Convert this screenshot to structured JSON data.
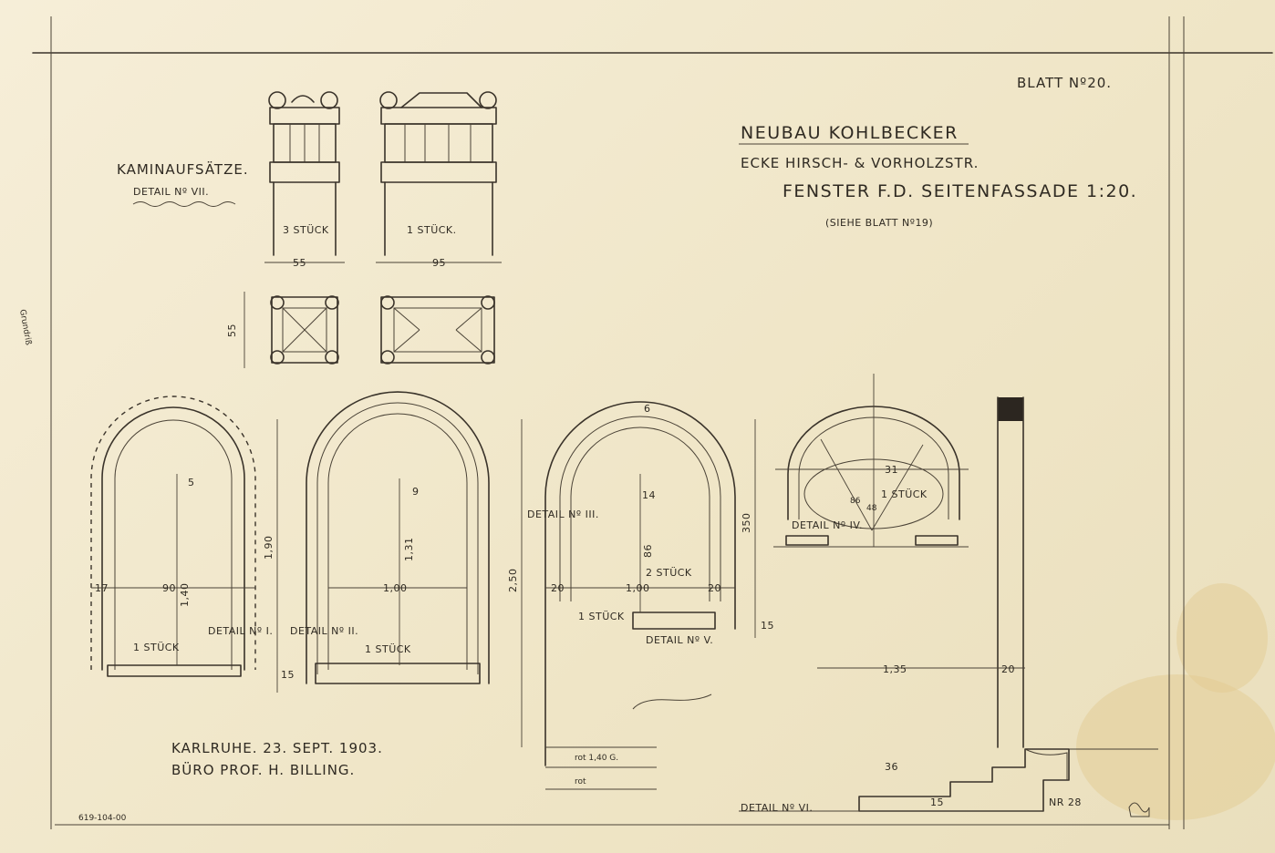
{
  "sheet": {
    "blatt": "BLATT Nº20.",
    "title_1": "NEUBAU KOHLBECKER",
    "title_2": "ECKE HIRSCH- & VORHOLZSTR.",
    "title_3": "FENSTER F.D. SEITENFASSADE 1:20.",
    "title_4": "(SIEHE BLATT Nº19)",
    "kamin_title": "KAMINAUFSÄTZE.",
    "kamin_detail": "DETAIL Nº VII.",
    "footer_1": "KARLRUHE. 23. SEPT. 1903.",
    "footer_2": "BÜRO PROF. H. BILLING.",
    "margin_note": "Grundriß"
  },
  "chimneys": {
    "a_count": "3 STÜCK",
    "b_count": "1 STÜCK.",
    "a_width": "55",
    "b_width": "95",
    "a_height": "55"
  },
  "windows": {
    "w1": {
      "count": "1 STÜCK",
      "width": "90",
      "height": "1,40",
      "side": "17",
      "dim_5": "5",
      "detail": "DETAIL Nº I."
    },
    "w2": {
      "count": "1 STÜCK",
      "width": "1,00",
      "height": "1,31",
      "dim_9": "9",
      "detail": "DETAIL Nº II.",
      "h190": "1,90",
      "d15": "15"
    },
    "w3": {
      "count": "1 STÜCK",
      "count2": "2 STÜCK",
      "width": "1,00",
      "height": "86",
      "d14": "14",
      "d6": "6",
      "d20a": "20",
      "d20b": "20",
      "h250": "2,50",
      "detail3": "DETAIL Nº III.",
      "detail5": "DETAIL Nº V.",
      "h350": "350",
      "d15": "15"
    },
    "w4": {
      "count": "1 STÜCK",
      "detail": "DETAIL Nº IV.",
      "d31": "31",
      "d86": "86",
      "d48": "48"
    }
  },
  "section": {
    "d135": "1,35",
    "d20": "20",
    "d36": "36",
    "d15": "15",
    "nr": "NR 28",
    "detail6": "DETAIL Nº VI.",
    "rot1": "rot 1,40 G.",
    "rot2": "rot"
  },
  "stamp": "619-104-00"
}
